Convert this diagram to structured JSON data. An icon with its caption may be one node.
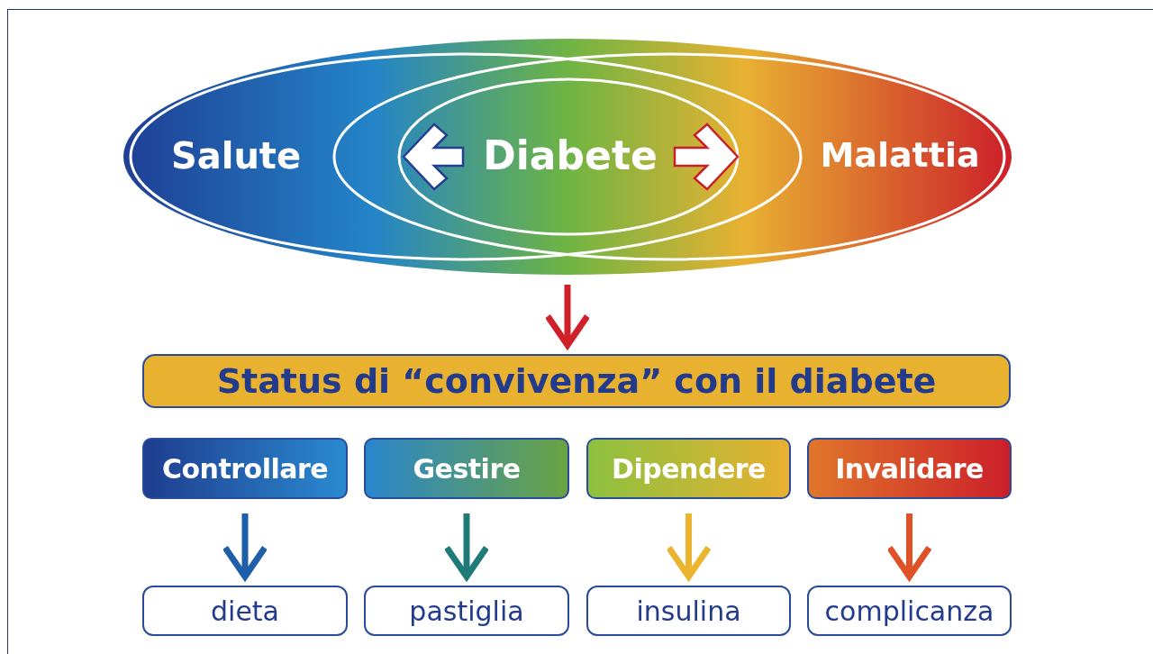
{
  "diagram": {
    "nodes": [
      {
        "text": [
          "Salute",
          "Diabete",
          "Malattia"
        ]
      },
      {
        "text": [
          "Status di “convivenza” con il diabete"
        ]
      },
      {
        "text": [
          "Controllare"
        ]
      },
      {
        "text": [
          "Gestire"
        ]
      },
      {
        "text": [
          "Dipendere"
        ]
      },
      {
        "text": [
          "Invalidare"
        ]
      },
      {
        "text": [
          "dieta"
        ]
      },
      {
        "text": [
          "pastiglia"
        ]
      },
      {
        "text": [
          "insulina"
        ]
      },
      {
        "text": [
          "complicanza"
        ]
      }
    ],
    "edges": [
      {
        "from": 0,
        "to": 1,
        "arrow": "to",
        "color": "#d0202a"
      },
      {
        "from": 2,
        "to": 6,
        "arrow": "to",
        "color": "#1f5ea8"
      },
      {
        "from": 3,
        "to": 7,
        "arrow": "to",
        "color": "#1f7a78"
      },
      {
        "from": 4,
        "to": 8,
        "arrow": "to",
        "color": "#ebb42e"
      },
      {
        "from": 5,
        "to": 9,
        "arrow": "to",
        "color": "#df5228"
      }
    ]
  }
}
